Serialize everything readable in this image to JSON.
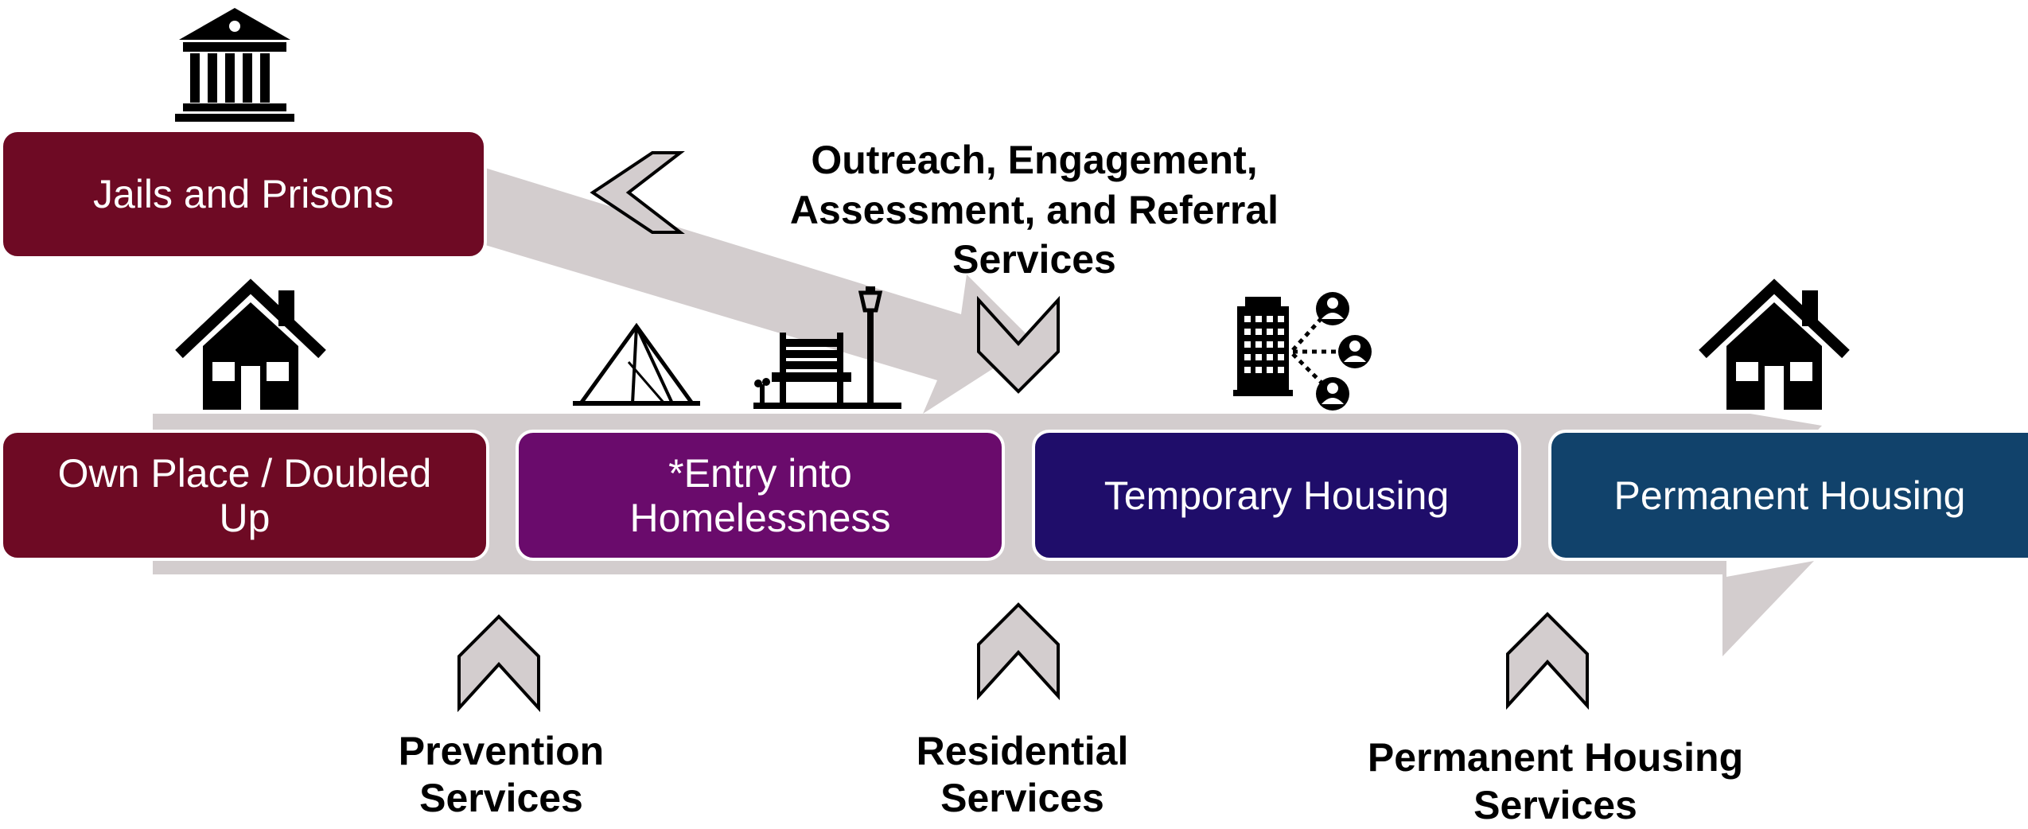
{
  "colors": {
    "arrow": "#d3cdce",
    "jails": "#6e0a24",
    "own_place": "#6e0a24",
    "entry": "#6a0b6c",
    "temporary": "#1f0d6a",
    "permanent": "#11426b"
  },
  "boxes": {
    "jails": "Jails and Prisons",
    "own_place": [
      "Own Place / Doubled",
      "Up"
    ],
    "entry": [
      "*Entry into",
      "Homelessness"
    ],
    "temporary": "Temporary Housing",
    "permanent": "Permanent Housing"
  },
  "services": {
    "outreach": [
      "Outreach, Engagement,",
      "Assessment, and Referral",
      "Services"
    ],
    "prevention": [
      "Prevention",
      "Services"
    ],
    "residential": [
      "Residential",
      "Services"
    ],
    "permanent_housing": [
      "Permanent Housing",
      "Services"
    ]
  },
  "icons": {
    "jail": "courthouse-icon",
    "own_home": "house-icon",
    "tent": "tent-icon",
    "bench": "park-bench-icon",
    "building": "building-network-icon",
    "permanent_home": "house-icon"
  }
}
